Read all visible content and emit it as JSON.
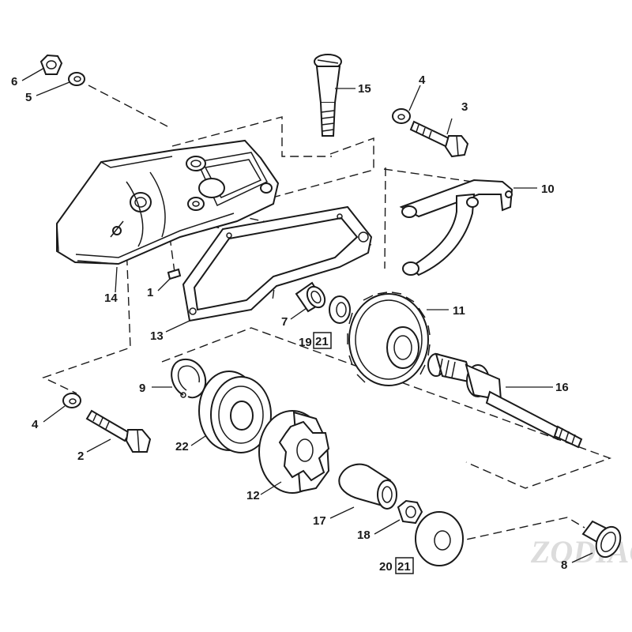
{
  "watermark": "ZODIAC",
  "labels": {
    "l1": "1",
    "l2": "2",
    "l3": "3",
    "l4a": "4",
    "l4b": "4",
    "l5": "5",
    "l6": "6",
    "l7": "7",
    "l8": "8",
    "l9": "9",
    "l10": "10",
    "l11": "11",
    "l12": "12",
    "l13": "13",
    "l14": "14",
    "l15": "15",
    "l16": "16",
    "l17": "17",
    "l18": "18",
    "l19": "19",
    "l20": "20",
    "l22": "22",
    "box19": "21",
    "box20": "21"
  }
}
